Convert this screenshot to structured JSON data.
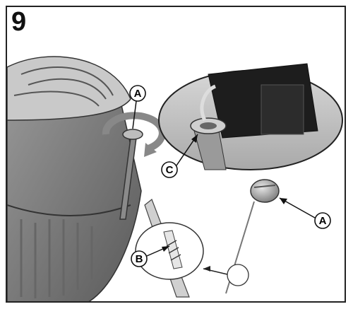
{
  "figure": {
    "step_number": "9",
    "callouts": {
      "dipstick_top": "A",
      "dipstick_cap": "A",
      "tube_port": "C",
      "marks_detail": "B"
    }
  }
}
